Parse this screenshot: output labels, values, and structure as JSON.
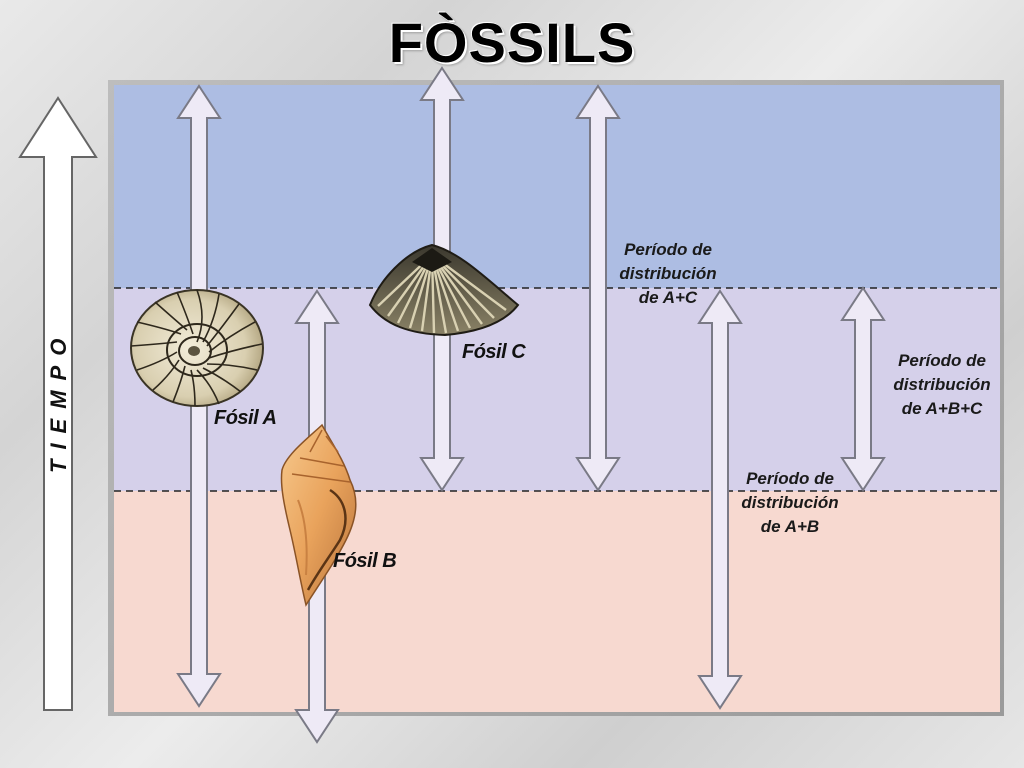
{
  "title": "FÒSSILS",
  "axis_label": "TIEMPO",
  "fossils": {
    "a": "Fósil A",
    "b": "Fósil B",
    "c": "Fósil C"
  },
  "periods": {
    "ac": [
      "Período de",
      "distribución",
      "de A+C"
    ],
    "abc": [
      "Período de",
      "distribución",
      "de A+B+C"
    ],
    "ab": [
      "Período de",
      "distribución",
      "de A+B"
    ]
  },
  "colors": {
    "band_top": "#adbde3",
    "band_middle": "#d5d0ea",
    "band_bottom": "#f7d9d0",
    "arrow_fill": "#eeeaf6",
    "arrow_stroke": "#7a7a86"
  }
}
